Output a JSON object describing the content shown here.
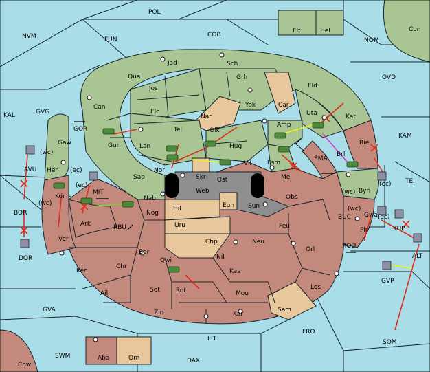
{
  "map": {
    "colors": {
      "sea": "#a9dde8",
      "green_power": "#a8c593",
      "red_power": "#c4897d",
      "neutral": "#e8c79c",
      "impassable": "#8f8f8f",
      "order_move": "#e02b18",
      "order_support_yellow": "#f4f20a",
      "order_support_green": "#7bd13c",
      "order_convoy": "#d33ac9"
    },
    "sea_labels": {
      "POL": "POL",
      "NVM": "NVM",
      "FUN": "FUN",
      "COB": "COB",
      "NOM": "NOM",
      "OVD": "OVD",
      "KAL": "KAL",
      "GVG": "GVG",
      "GOR": "GOR",
      "KAM": "KAM",
      "SMA": "SMA",
      "TEI": "TEI",
      "MIT": "MIT",
      "RBU": "RBU",
      "BUC": "BUC",
      "ROD": "ROD",
      "GVA": "GVA",
      "FRO": "FRO",
      "LIT": "LIT",
      "SOM": "SOM",
      "SWM": "SWM",
      "DAX": "DAX",
      "AVU": "AVU",
      "BOR": "BOR",
      "DOR": "DOR",
      "KUP": "KUP",
      "ALT": "ALT",
      "GVP": "GVP"
    },
    "land_labels": {
      "Con": "Con",
      "Elf": "Elf",
      "Hel": "Hel",
      "Jad": "Jad",
      "Sch": "Sch",
      "Qua": "Qua",
      "Grh": "Grh",
      "Jos": "Jos",
      "Eld": "Eld",
      "Can": "Can",
      "Yok": "Yok",
      "Car": "Car",
      "Elc": "Elc",
      "Nar": "Nar",
      "Uta": "Uta",
      "Kat": "Kat",
      "Tel": "Tel",
      "Olk": "Olk",
      "Amp": "Amp",
      "Gur": "Gur",
      "Gaw": "Gaw",
      "Lan": "Lan",
      "Hug": "Hug",
      "Rie": "Rie",
      "Brl": "Brl",
      "Esm": "Esm",
      "Vil": "Vil",
      "Nor": "Nor",
      "Her": "Her",
      "Sap": "Sap",
      "Skr": "Skr",
      "Ost": "Ost",
      "Web": "Web",
      "Mel": "Mel",
      "Byn": "Byn",
      "Kor": "Kor",
      "Nab": "Nab",
      "Obs": "Obs",
      "Eun": "Eun",
      "Sun": "Sun",
      "Hil": "Hil",
      "Nog": "Nog",
      "Ark": "Ark",
      "Gwa": "Gwa",
      "Pir": "Pir",
      "Uru": "Uru",
      "Feu": "Feu",
      "Ver": "Ver",
      "Chp": "Chp",
      "Neu": "Neu",
      "Bar": "Bar",
      "Orl": "Orl",
      "Qwi": "Qwi",
      "Nil": "Nil",
      "Ken": "Ken",
      "Chr": "Chr",
      "Kaa": "Kaa",
      "Los": "Los",
      "Ail": "Ail",
      "Sot": "Sot",
      "Rot": "Rot",
      "Mou": "Mou",
      "Sam": "Sam",
      "Zin": "Zin",
      "Kar": "Kar",
      "Aba": "Aba",
      "Orn": "Orn",
      "Cow": "Cow"
    },
    "coast_tags": {
      "wc": "(wc)",
      "ec": "(ec)"
    }
  }
}
